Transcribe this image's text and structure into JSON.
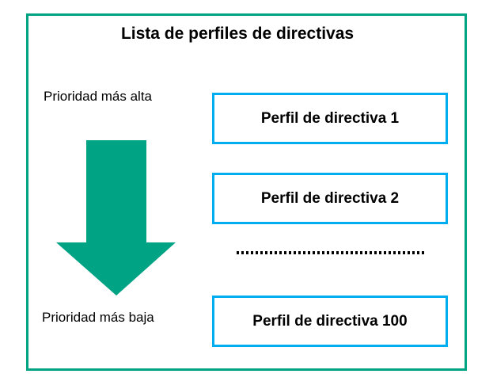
{
  "diagram": {
    "title": "Lista de perfiles de directivas",
    "frame_color": "#00a383",
    "background": "#ffffff"
  },
  "priority_axis": {
    "top_label": "Prioridad más alta",
    "bottom_label": "Prioridad más baja",
    "arrow": {
      "icon": "down-arrow-icon",
      "direction": "down",
      "color": "#00a383"
    }
  },
  "profiles": {
    "border_color": "#00aeef",
    "items": [
      {
        "label": "Perfil de directiva 1"
      },
      {
        "label": "Perfil de directiva 2"
      },
      {
        "label": "Perfil de directiva 100"
      }
    ],
    "continuation": {
      "icon": "dotted-line-icon",
      "label": "........................................"
    }
  }
}
